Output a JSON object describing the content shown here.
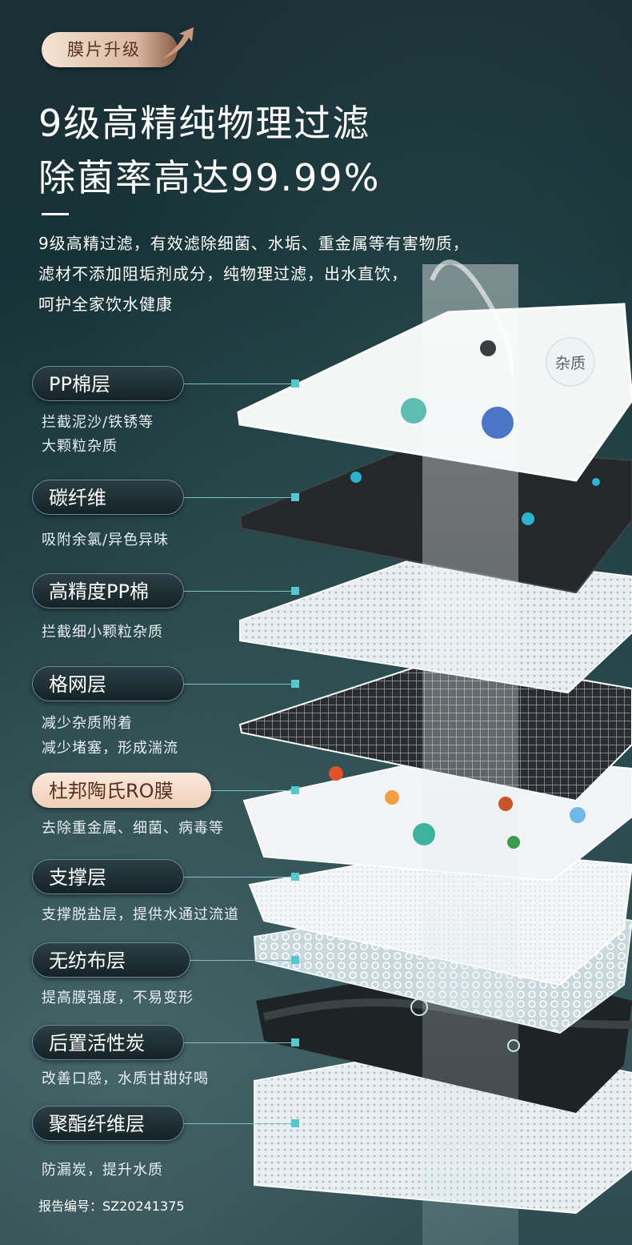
{
  "badge": {
    "label": "膜片升级"
  },
  "headline": {
    "line1": "9级高精纯物理过滤",
    "line2": "除菌率高达99.99%"
  },
  "description": {
    "line1": "9级高精过滤，有效滤除细菌、水垢、重金属等有害物质，",
    "line2": "滤材不添加阻垢剂成分，纯物理过滤，出水直饮，",
    "line3": "呵护全家饮水健康"
  },
  "impurity_tag": "杂质",
  "layers": [
    {
      "name": "PP棉层",
      "desc_lines": [
        "拦截泥沙/铁锈等",
        "大颗粒杂质"
      ],
      "highlight": false
    },
    {
      "name": "碳纤维",
      "desc_lines": [
        "吸附余氯/异色异味"
      ],
      "highlight": false
    },
    {
      "name": "高精度PP棉",
      "desc_lines": [
        "拦截细小颗粒杂质"
      ],
      "highlight": false
    },
    {
      "name": "格网层",
      "desc_lines": [
        "减少杂质附着",
        "减少堵塞，形成湍流"
      ],
      "highlight": false
    },
    {
      "name": "杜邦陶氏RO膜",
      "desc_lines": [
        "去除重金属、细菌、病毒等"
      ],
      "highlight": true
    },
    {
      "name": "支撑层",
      "desc_lines": [
        "支撑脱盐层，提供水通过流道"
      ],
      "highlight": false
    },
    {
      "name": "无纺布层",
      "desc_lines": [
        "提高膜强度，不易变形"
      ],
      "highlight": false
    },
    {
      "name": "后置活性炭",
      "desc_lines": [
        "改善口感，水质甘甜好喝"
      ],
      "highlight": false
    },
    {
      "name": "聚酯纤维层",
      "desc_lines": [
        "防漏炭，提升水质"
      ],
      "highlight": false
    }
  ],
  "report": "报告编号：SZ20241375",
  "colors": {
    "background": "#1c3a3e",
    "accent": "#56c6cf",
    "highlight_pill": "#f0cfb9",
    "badge": "#d9b8a0"
  }
}
